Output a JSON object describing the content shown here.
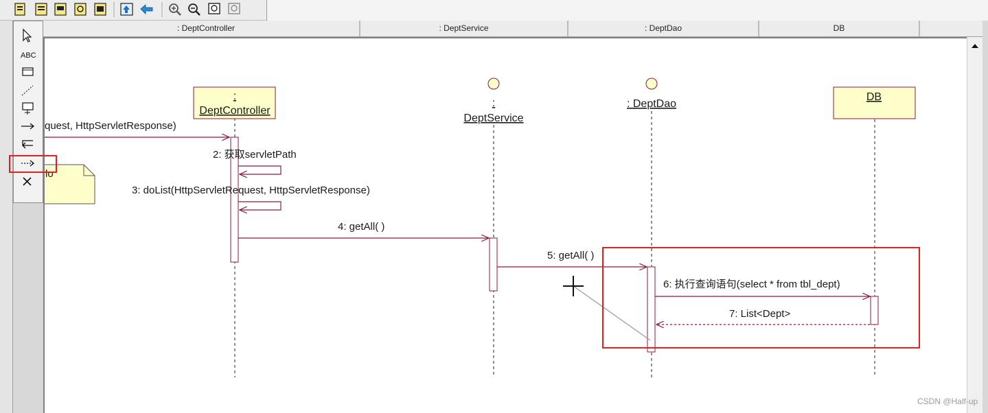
{
  "toolbar": {
    "icons": [
      "doc-icon",
      "doc-icon",
      "doc-icon",
      "doc-icon",
      "doc-icon",
      "doc-icon",
      "browse-up-icon",
      "back-arrow-icon",
      "zoom-in-icon",
      "zoom-out-icon",
      "fit-window-icon",
      "undo-fit-icon"
    ]
  },
  "palette": {
    "tools": [
      "selection-arrow-icon",
      "text-tool-icon",
      "note-tool-icon",
      "anchor-line-icon",
      "object-tool-icon",
      "message-tool-icon",
      "self-message-icon",
      "return-message-icon",
      "destruction-marker-icon"
    ],
    "text_tool_label": "ABC"
  },
  "lanes": [
    {
      "label": ": DeptController"
    },
    {
      "label": ": DeptService"
    },
    {
      "label": ": DeptDao"
    },
    {
      "label": "DB"
    }
  ],
  "objects": {
    "controller": {
      "prefix": ":",
      "name": "DeptController"
    },
    "service": {
      "prefix": ":",
      "name": "DeptService"
    },
    "dao": {
      "name": ": DeptDao"
    },
    "db": {
      "name": "DB"
    }
  },
  "note": {
    "text": "lo"
  },
  "messages": {
    "m1": "quest, HttpServletResponse)",
    "m2": "2: 获取servletPath",
    "m3": "3: doList(HttpServletRequest, HttpServletResponse)",
    "m4": "4: getAll( )",
    "m5": "5: getAll( )",
    "m6": "6: 执行查询语句(select * from tbl_dept)",
    "m7": "7: List<Dept>"
  },
  "colors": {
    "message_line": "#8b1a3c",
    "object_fill": "#ffffcc",
    "highlight": "#e02020"
  },
  "watermark": "CSDN @Half-up"
}
